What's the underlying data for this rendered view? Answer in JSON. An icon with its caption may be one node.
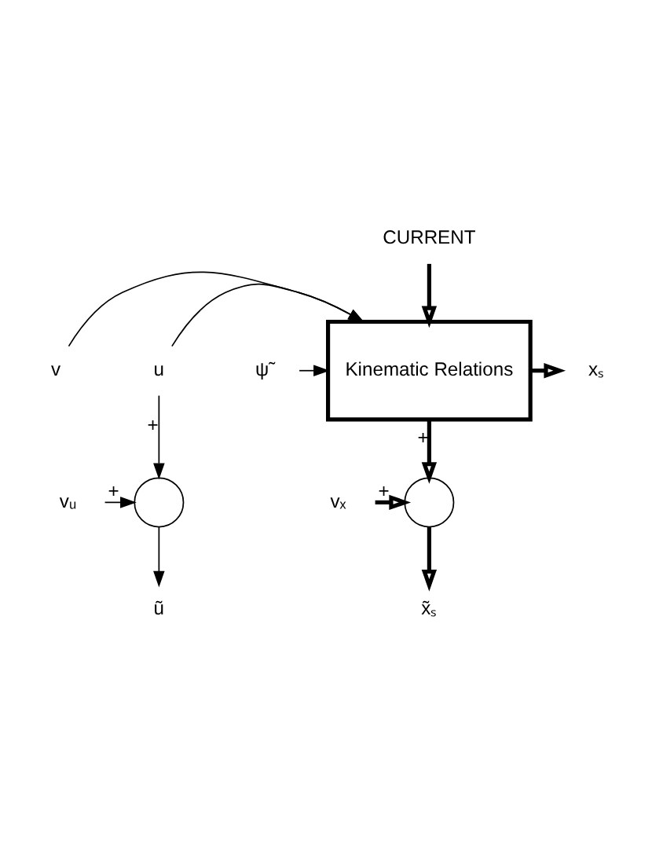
{
  "diagram": {
    "nodes": [
      {
        "text": [
          "CURRENT"
        ]
      },
      {
        "text": [
          "v"
        ]
      },
      {
        "text": [
          "u"
        ]
      },
      {
        "text": [
          "ψ̃"
        ]
      },
      {
        "text": [
          "Kinematic Relations"
        ]
      },
      {
        "text": [
          "xₛ"
        ]
      },
      {
        "text": [],
        "shape": "circle"
      },
      {
        "text": [
          "vᵤ"
        ]
      },
      {
        "text": [],
        "shape": "circle"
      },
      {
        "text": [
          "vₓ"
        ]
      },
      {
        "text": [
          "ũ"
        ]
      },
      {
        "text": [
          "x̃ₛ"
        ]
      }
    ],
    "edges": [
      {
        "from": 0,
        "to": 4,
        "arrow": "to",
        "style": "thick"
      },
      {
        "from": 1,
        "to": 4,
        "arrow": "to"
      },
      {
        "from": 2,
        "to": 4,
        "arrow": "to"
      },
      {
        "from": 3,
        "to": 4,
        "arrow": "to"
      },
      {
        "from": 4,
        "to": 5,
        "arrow": "to",
        "style": "thick"
      },
      {
        "from": 4,
        "to": 8,
        "arrow": "to",
        "style": "thick",
        "label": "+"
      },
      {
        "from": 2,
        "to": 6,
        "arrow": "to",
        "label": "+"
      },
      {
        "from": 7,
        "to": 6,
        "arrow": "to",
        "label": "+"
      },
      {
        "from": 9,
        "to": 8,
        "arrow": "to",
        "style": "thick",
        "label": "+"
      },
      {
        "from": 6,
        "to": 10,
        "arrow": "to"
      },
      {
        "from": 8,
        "to": 11,
        "arrow": "to",
        "style": "thick"
      }
    ]
  }
}
